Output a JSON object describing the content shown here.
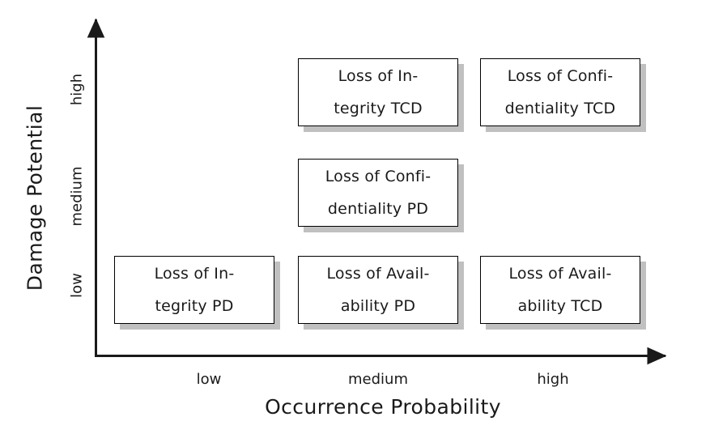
{
  "chart_data": {
    "type": "table",
    "title": "",
    "xlabel": "Occurrence Probability",
    "ylabel": "Damage Potential",
    "x_categories": [
      "low",
      "medium",
      "high"
    ],
    "y_categories": [
      "low",
      "medium",
      "high"
    ],
    "grid": false,
    "legend": "none",
    "cells": [
      {
        "x": "low",
        "y": "high",
        "label": "",
        "present": false
      },
      {
        "x": "medium",
        "y": "high",
        "label": "Loss of In-\ntegrity TCD",
        "present": true
      },
      {
        "x": "high",
        "y": "high",
        "label": "Loss of Confi-\ndentiality TCD",
        "present": true
      },
      {
        "x": "low",
        "y": "medium",
        "label": "",
        "present": false
      },
      {
        "x": "medium",
        "y": "medium",
        "label": "Loss of Confi-\ndentiality PD",
        "present": true
      },
      {
        "x": "high",
        "y": "medium",
        "label": "",
        "present": false
      },
      {
        "x": "low",
        "y": "low",
        "label": "Loss of In-\ntegrity PD",
        "present": true
      },
      {
        "x": "medium",
        "y": "low",
        "label": "Loss of Avail-\nability PD",
        "present": true
      },
      {
        "x": "high",
        "y": "low",
        "label": "Loss of Avail-\nability TCD",
        "present": true
      }
    ]
  },
  "axes": {
    "y": {
      "title": "Damage Potential",
      "ticks": {
        "low": "low",
        "medium": "medium",
        "high": "high"
      }
    },
    "x": {
      "title": "Occurrence Probability",
      "ticks": {
        "low": "low",
        "medium": "medium",
        "high": "high"
      }
    }
  },
  "boxes": {
    "integrity_tcd": "Loss of In-\ntegrity TCD",
    "confidentiality_tcd": "Loss of Confi-\ndentiality TCD",
    "confidentiality_pd": "Loss of Confi-\ndentiality PD",
    "integrity_pd": "Loss of In-\ntegrity PD",
    "availability_pd": "Loss of Avail-\nability PD",
    "availability_tcd": "Loss of Avail-\nability TCD"
  },
  "colors": {
    "box_border": "#000000",
    "box_fill": "#ffffff",
    "box_shadow": "#c0c0c0",
    "axis": "#1a1a1a",
    "background": "#ffffff",
    "text": "#1a1a1a"
  }
}
